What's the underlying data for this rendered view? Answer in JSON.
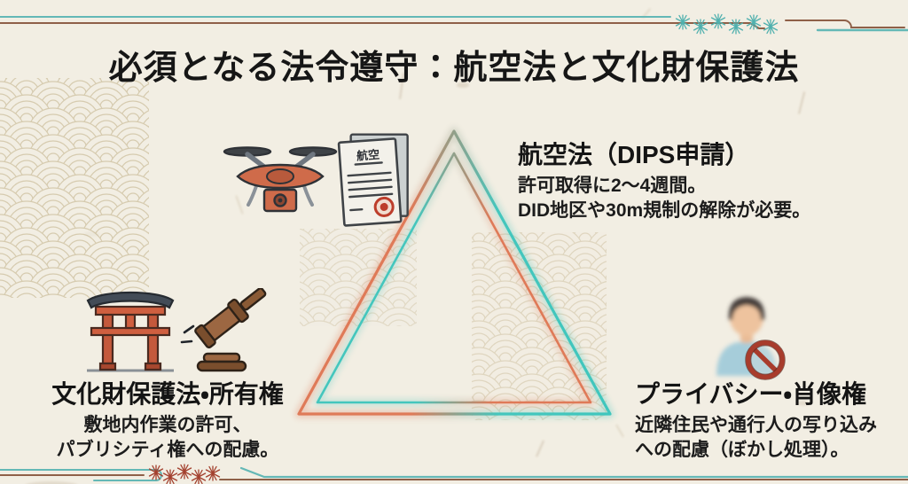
{
  "slide": {
    "title": "必須となる法令遵守：航空法と文化財保護法"
  },
  "nodes": {
    "aviation": {
      "heading": "航空法（DIPS申請）",
      "line1": "許可取得に2～4週間。",
      "line2": "DID地区や30m規制の解除が必要。"
    },
    "cultural": {
      "heading": "文化財保護法・所有権",
      "line1": "敷地内作業の許可、",
      "line2": "パブリシティ権への配慮。"
    },
    "privacy": {
      "heading": "プライバシー・肖像権",
      "line1": "近隣住民や通行人の写り込み",
      "line2": "への配慮（ぼかし処理）。"
    }
  },
  "icons": {
    "drone": "drone-icon",
    "aviation_document": "aviation-document-icon",
    "document_label": "航空",
    "torii": "torii-gate-icon",
    "gavel": "gavel-icon",
    "person": "blurred-person-icon",
    "prohibition": "prohibition-icon"
  },
  "colors": {
    "background": "#f2eee3",
    "title_text": "#161616",
    "triangle_salmon": "#df7a58",
    "triangle_teal": "#44c6bd",
    "ornament_teal": "#64b8b6",
    "ornament_brown": "#8f6048",
    "ornament_red": "#a3402e",
    "seal_red": "#bd3e2c",
    "wave_pattern_tan": "#bfae85"
  }
}
